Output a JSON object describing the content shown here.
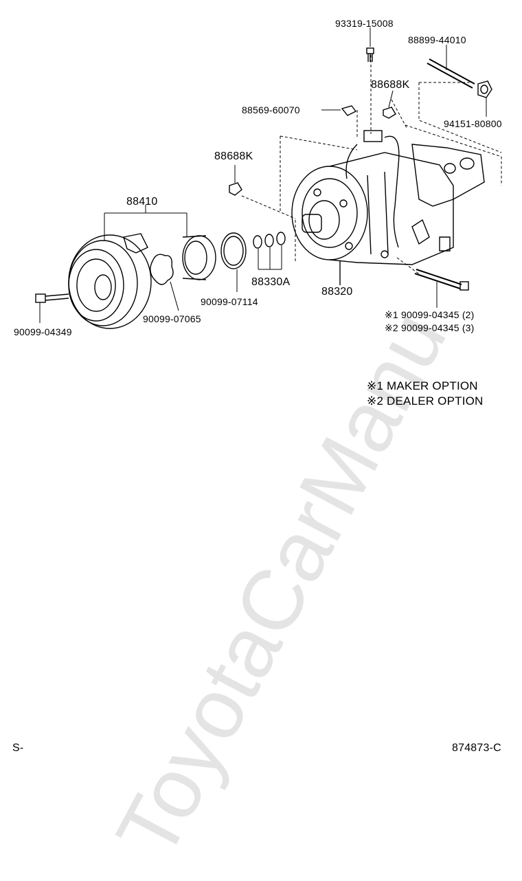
{
  "watermark": "ToyotaCarManu",
  "parts": {
    "p1": "93319-15008",
    "p2": "88899-44010",
    "p3": "88688K",
    "p4": "88569-60070",
    "p5": "94151-80800",
    "p6": "88688K",
    "p7": "88410",
    "p8": "88330A",
    "p9": "88320",
    "p10": "90099-07114",
    "p11": "90099-07065",
    "p12": "90099-04349",
    "p13": "※1 90099-04345 (2)",
    "p14": "※2 90099-04345 (3)"
  },
  "legend": {
    "opt1": "※1  MAKER OPTION",
    "opt2": "※2  DEALER OPTION"
  },
  "footer": {
    "left": "S-",
    "right": "874873-C"
  }
}
